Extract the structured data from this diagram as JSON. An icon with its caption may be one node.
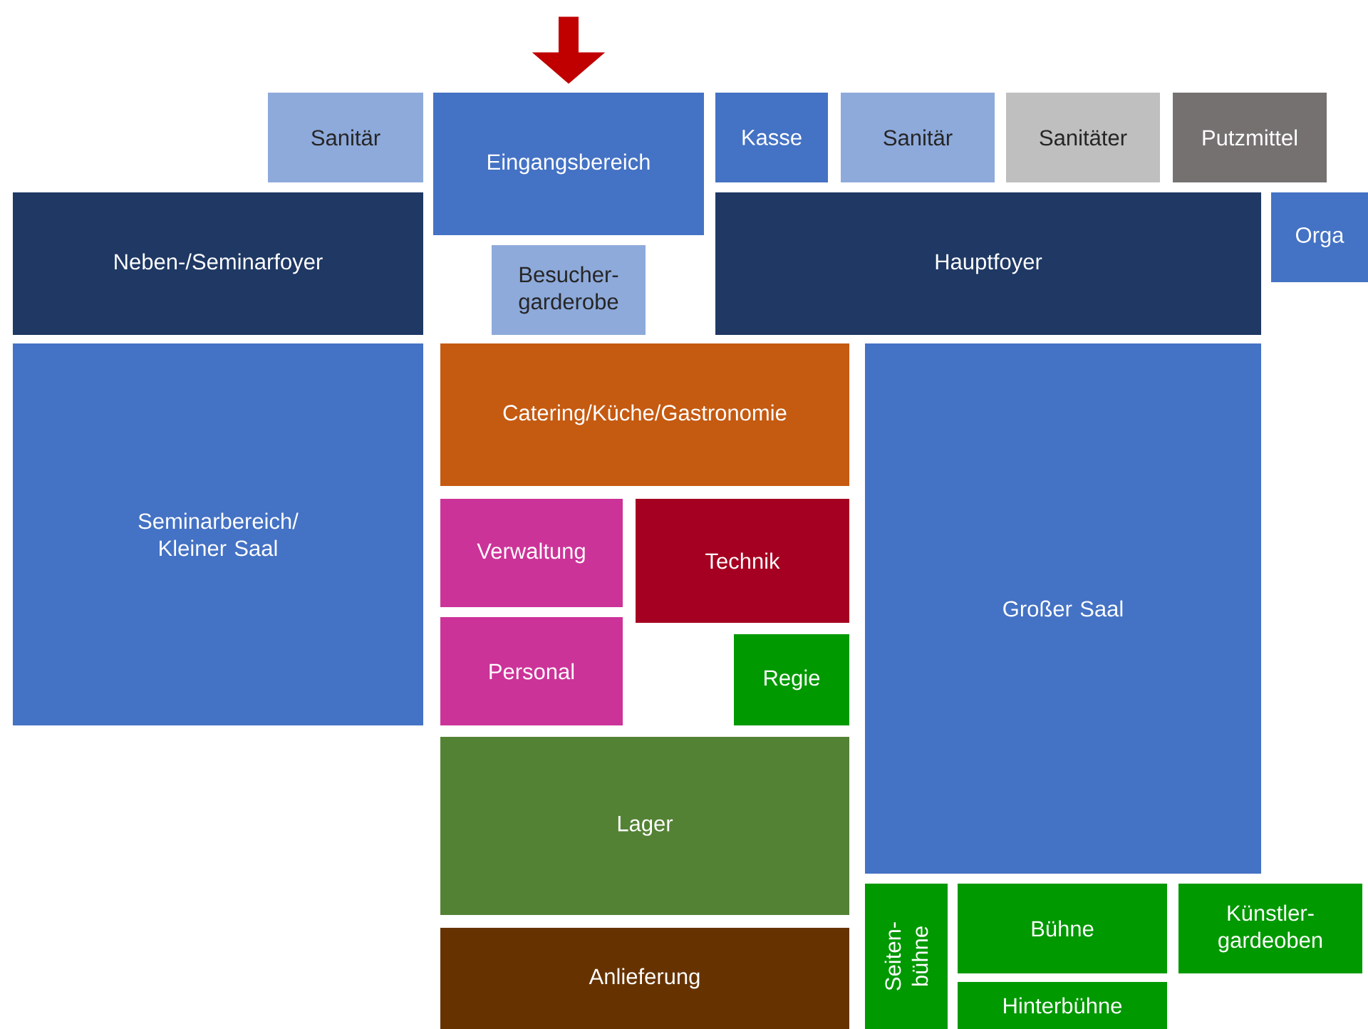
{
  "diagram": {
    "nodes": [
      {
        "text": [
          "Sanitär"
        ]
      },
      {
        "text": [
          "Eingangsbereich"
        ]
      },
      {
        "text": [
          "Kasse"
        ]
      },
      {
        "text": [
          "Sanitär"
        ]
      },
      {
        "text": [
          "Sanitäter"
        ]
      },
      {
        "text": [
          "Putzmittel"
        ]
      },
      {
        "text": [
          "Neben-/Seminarfoyer"
        ]
      },
      {
        "text": [
          "Besucher- garderobe"
        ]
      },
      {
        "text": [
          "Hauptfoyer"
        ]
      },
      {
        "text": [
          "Orga"
        ]
      },
      {
        "text": [
          "Seminarbereich/ Kleiner Saal"
        ]
      },
      {
        "text": [
          "Catering/Küche/Gastronomie"
        ]
      },
      {
        "text": [
          "Großer Saal"
        ]
      },
      {
        "text": [
          "Verwaltung"
        ]
      },
      {
        "text": [
          "Technik"
        ]
      },
      {
        "text": [
          "Personal"
        ]
      },
      {
        "text": [
          "Regie"
        ]
      },
      {
        "text": [
          "Lager"
        ]
      },
      {
        "text": [
          "Anlieferung"
        ]
      },
      {
        "text": [
          "Seiten- bühne"
        ]
      },
      {
        "text": [
          "Bühne"
        ]
      },
      {
        "text": [
          "Künstler- gardeoben"
        ]
      },
      {
        "text": [
          "Hinterbühne"
        ]
      }
    ],
    "edges": [
      {
        "from": null,
        "to": 1,
        "arrow": "to",
        "color": "#c00000"
      }
    ]
  }
}
